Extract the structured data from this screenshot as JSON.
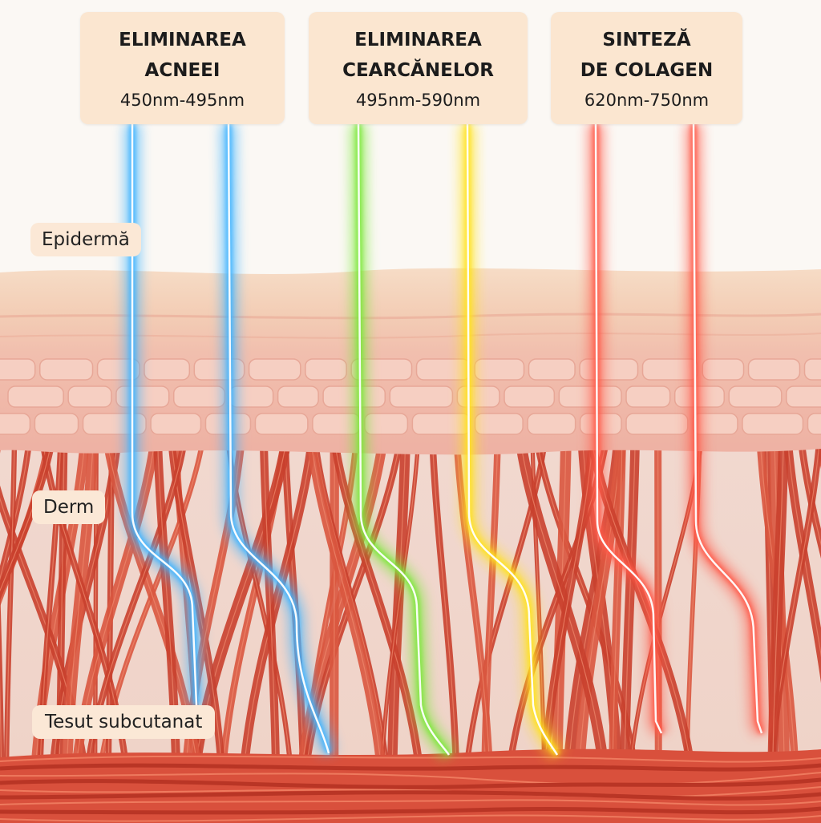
{
  "headers": [
    {
      "title_lines": [
        "ELIMINAREA",
        "ACNEEI"
      ],
      "range": "450nm-495nm",
      "color": "#3fb4ff"
    },
    {
      "title_lines": [
        "ELIMINAREA",
        "CEARCĂNELOR"
      ],
      "range": "495nm-590nm",
      "color": "#7de83a"
    },
    {
      "title_lines": [
        "SINTEZĂ",
        "DE COLAGEN"
      ],
      "range": "620nm-750nm",
      "color": "#ff5a4a"
    }
  ],
  "layers": {
    "epidermis": "Epidermă",
    "dermis": "Derm",
    "subcutaneous": "Tesut subcutanat"
  },
  "beam_colors": [
    "#3fb4ff",
    "#3fb4ff",
    "#7de83a",
    "#ffe21a",
    "#ff5a4a",
    "#ff5a4a"
  ]
}
